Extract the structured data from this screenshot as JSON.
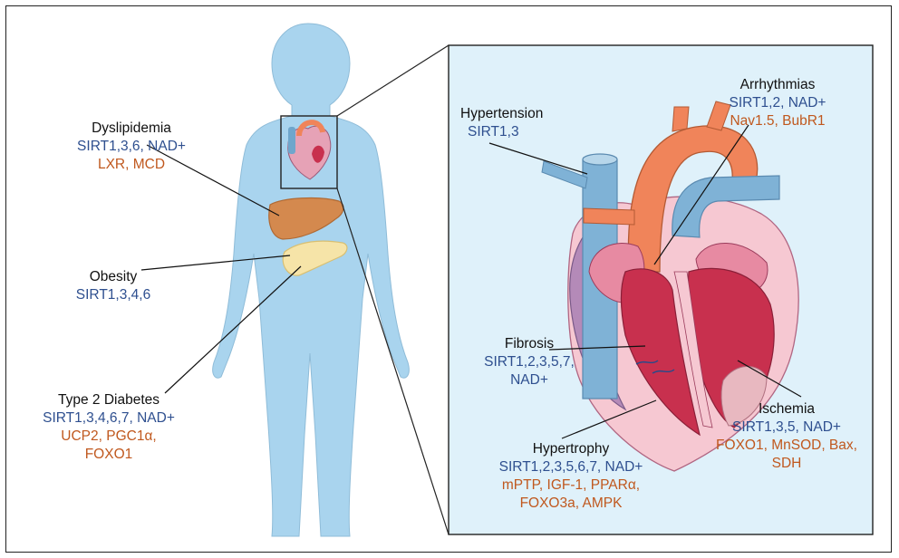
{
  "colors": {
    "sirtuin_text": "#2e4f8f",
    "target_text": "#c0581e",
    "body_fill": "#a9d4ee",
    "inset_fill": "#dff1fa"
  },
  "labels": {
    "dyslipidemia": {
      "title": "Dyslipidemia",
      "sirt": "SIRT1,3,6, NAD+",
      "targets": "LXR, MCD"
    },
    "obesity": {
      "title": "Obesity",
      "sirt": "SIRT1,3,4,6"
    },
    "t2d": {
      "title": "Type 2 Diabetes",
      "sirt": "SIRT1,3,4,6,7, NAD+",
      "targets1": "UCP2, PGC1α,",
      "targets2": "FOXO1"
    },
    "hypertension": {
      "title": "Hypertension",
      "sirt": "SIRT1,3"
    },
    "arrhythmias": {
      "title": "Arrhythmias",
      "sirt": "SIRT1,2, NAD+",
      "targets": "Nav1.5, BubR1"
    },
    "fibrosis": {
      "title": "Fibrosis",
      "sirt1": "SIRT1,2,3,5,7,",
      "sirt2": "NAD+"
    },
    "ischemia": {
      "title": "Ischemia",
      "sirt": "SIRT1,3,5, NAD+",
      "targets1": "FOXO1, MnSOD, Bax,",
      "targets2": "SDH"
    },
    "hypertrophy": {
      "title": "Hypertrophy",
      "sirt": "SIRT1,2,3,5,6,7, NAD+",
      "targets1": "mPTP, IGF-1, PPARα,",
      "targets2": "FOXO3a, AMPK"
    }
  }
}
